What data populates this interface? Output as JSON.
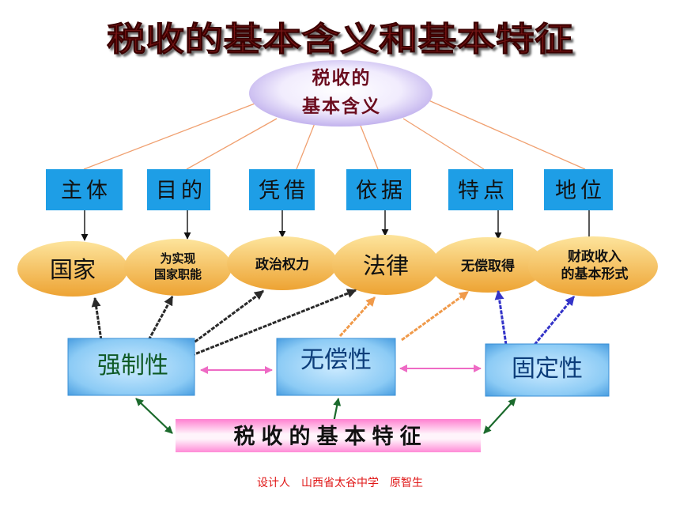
{
  "title": "税收的基本含义和基本特征",
  "center_node": {
    "lines": [
      "税收的",
      "基本含义"
    ]
  },
  "aspects": [
    {
      "label": "主体",
      "value_lines": [
        "国家"
      ]
    },
    {
      "label": "目的",
      "value_lines": [
        "为实现",
        "国家职能"
      ]
    },
    {
      "label": "凭借",
      "value_lines": [
        "政治权力"
      ]
    },
    {
      "label": "依据",
      "value_lines": [
        "法律"
      ]
    },
    {
      "label": "特点",
      "value_lines": [
        "无偿取得"
      ]
    },
    {
      "label": "地位",
      "value_lines": [
        "财政收入",
        "的基本形式"
      ]
    }
  ],
  "characteristics": [
    {
      "label": "强制性",
      "color": "#0f5a26"
    },
    {
      "label": "无偿性",
      "color": "#0c3d7a"
    },
    {
      "label": "固定性",
      "color": "#0c3d7a"
    }
  ],
  "summary_bar": {
    "label": "税收的基本特征"
  },
  "footer": "设计人　山西省太谷中学　原智生",
  "colors": {
    "title": "#7a1414",
    "aspect_box": "#1e9ee6",
    "footer": "#e01818"
  }
}
